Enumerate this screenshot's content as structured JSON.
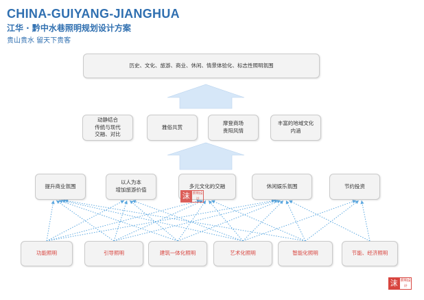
{
  "header": {
    "title": "CHINA-GUIYANG-JIANGHUA",
    "subtitle": "江华 · 黔中水巷照明规划设计方案",
    "tagline": "贵山贵水 留天下贵客"
  },
  "diagram": {
    "top_box": "历史、文化、旅游、商业、休闲、情景体验化、标志性照明氛围",
    "goals": [
      "动静结合\n传统与现代\n交融、对比",
      "雅俗共赏",
      "摩登商场\n贵阳风情",
      "丰富的地域文化\n内涵"
    ],
    "values": [
      "提升商业氛围",
      "以人为本\n增加旅游价值",
      "多元文化的交融",
      "休闲娱乐氛围",
      "节约投资"
    ],
    "lighting": [
      "功能照明",
      "引导照明",
      "建筑一体化照明",
      "艺术化照明",
      "智能化照明",
      "节能、经济照明"
    ],
    "colors": {
      "title_blue": "#2f6fb0",
      "arrow_blue": "#d6e7f8",
      "dotted_line": "#5aa7e0",
      "red_text": "#d8453f",
      "box_fill": "#f3f3f3"
    }
  },
  "watermark": {
    "icon": "seal-logo",
    "text_left": "沫",
    "text_right": "照明设计"
  }
}
